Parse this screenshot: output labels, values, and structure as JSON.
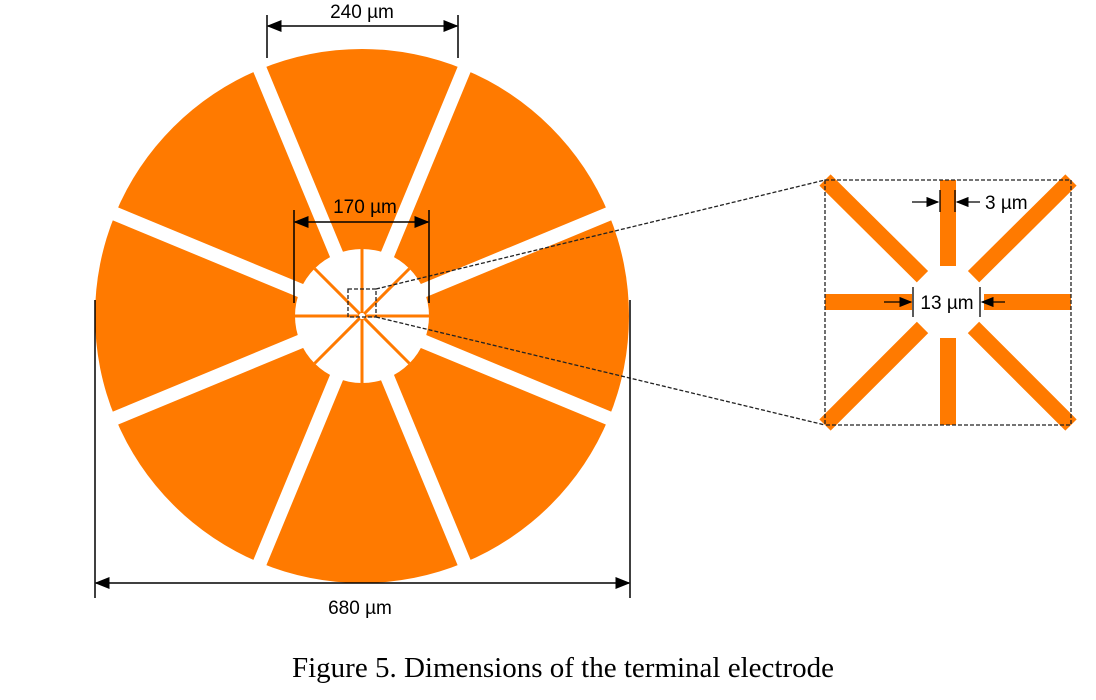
{
  "colors": {
    "electrode": "#FF7A00",
    "background": "#FFFFFF",
    "lines": "#000000"
  },
  "dimensions": {
    "segment_width": "240 µm",
    "inner_diameter": "170 µm",
    "outer_diameter": "680 µm",
    "finger_width": "3 µm",
    "center_gap": "13 µm"
  },
  "electrode": {
    "outer_segments": 8,
    "inner_fingers": 8
  },
  "caption": "Figure 5. Dimensions of the terminal electrode"
}
